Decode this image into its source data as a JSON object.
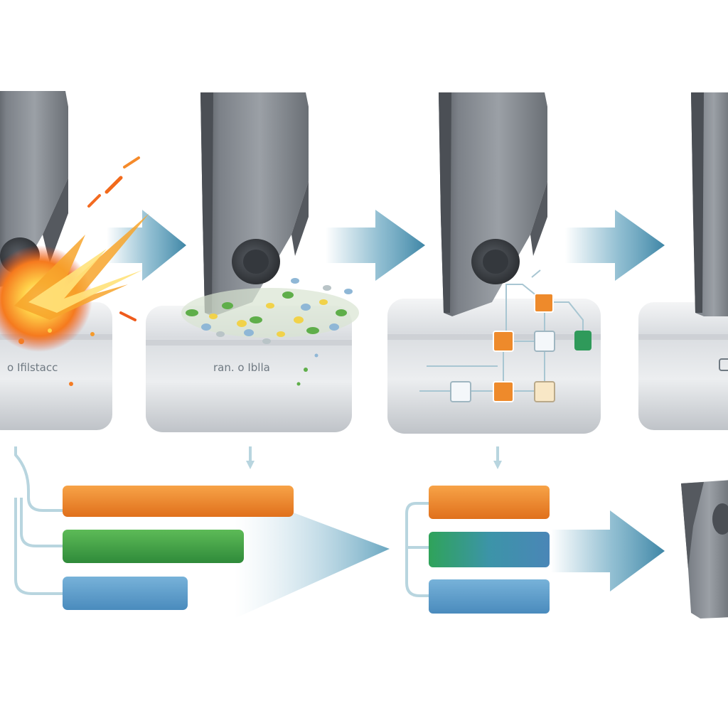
{
  "diagram": {
    "stages": [
      {
        "id": "stage-1",
        "caption": "o Ifilstacc",
        "process": "spark-cutting"
      },
      {
        "id": "stage-2",
        "caption": "ran. o Iblla",
        "process": "chip-formation"
      },
      {
        "id": "stage-3",
        "caption": "",
        "process": "node-network"
      },
      {
        "id": "stage-4",
        "caption": "",
        "process": "result"
      }
    ],
    "bars_left": [
      {
        "name": "orange",
        "length": 1.0
      },
      {
        "name": "green",
        "length": 0.78
      },
      {
        "name": "blue",
        "length": 0.55
      }
    ],
    "bars_right": [
      {
        "name": "orange",
        "length": 1.0
      },
      {
        "name": "teal-green",
        "length": 1.0
      },
      {
        "name": "blue",
        "length": 1.0
      }
    ],
    "network_node_colors": [
      "orange",
      "white",
      "orange",
      "white",
      "orange",
      "cream",
      "green"
    ],
    "icons": [
      "cutting-tool-icon",
      "spark-burst-icon",
      "chips-pile-icon",
      "network-icon",
      "arrow-right-icon",
      "tool-insert-icon"
    ]
  },
  "colors": {
    "orange": "#f08a2b",
    "green": "#43a047",
    "blue": "#5d9ec9",
    "teal": "#3f9e8a",
    "arrow": "#5fa1bd",
    "tool": "#6b7077",
    "base": "#d7dade"
  }
}
